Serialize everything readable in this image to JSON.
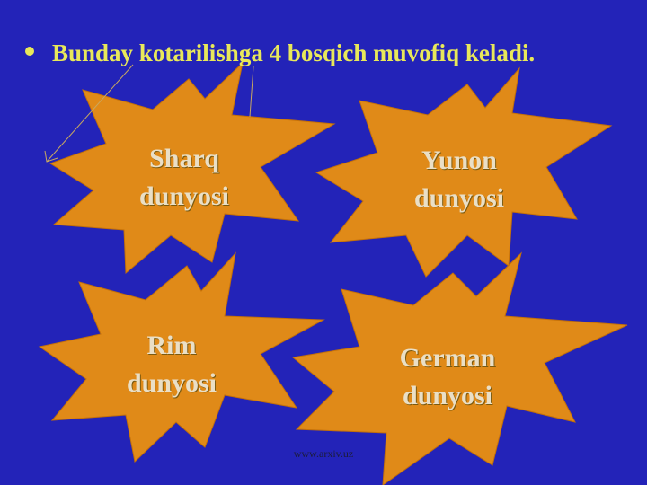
{
  "slide": {
    "bullet_text": "Bunday kotarilishga 4 bosqich muvofiq keladi.",
    "stars": [
      {
        "line1": "Sharq",
        "line2": "dunyosi"
      },
      {
        "line1": "Yunon",
        "line2": "dunyosi"
      },
      {
        "line1": "Rim",
        "line2": "dunyosi"
      },
      {
        "line1": "German",
        "line2": "dunyosi"
      }
    ],
    "footer": "www.arxiv.uz"
  },
  "colors": {
    "background": "#2323b8",
    "star_fill": "#e08a18",
    "bullet_text": "#e8e85a",
    "star_text": "#eadfc6"
  }
}
